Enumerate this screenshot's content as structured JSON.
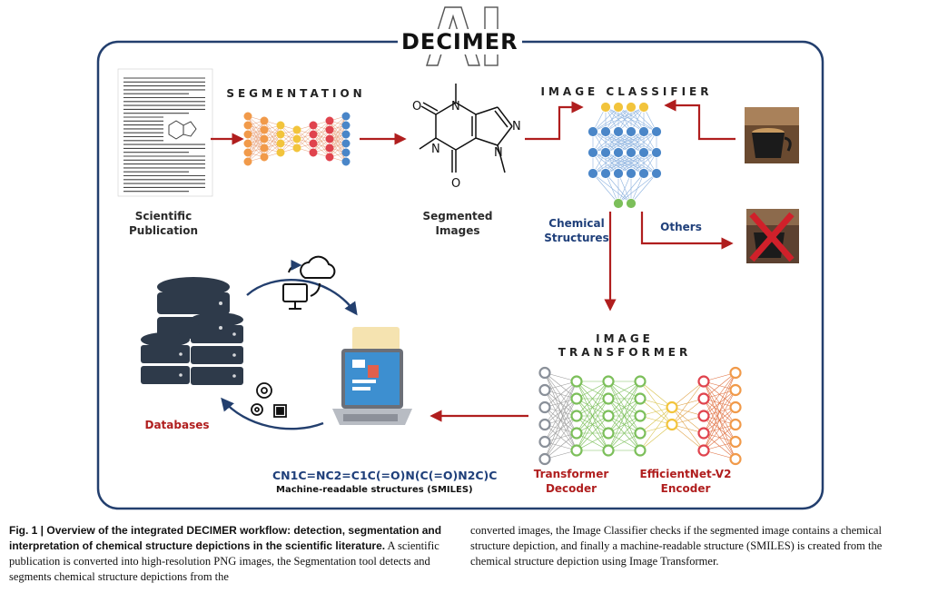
{
  "logo": {
    "text": "DECIMER",
    "overlay_letters": "AI"
  },
  "stages": {
    "segmentation": "SEGMENTATION",
    "image_classifier": "IMAGE CLASSIFIER",
    "image_transformer_line1": "IMAGE",
    "image_transformer_line2": "TRANSFORMER"
  },
  "labels": {
    "scientific_publication_line1": "Scientific",
    "scientific_publication_line2": "Publication",
    "segmented_images_line1": "Segmented",
    "segmented_images_line2": "Images",
    "chemical_structures_line1": "Chemical",
    "chemical_structures_line2": "Structures",
    "others": "Others",
    "databases": "Databases",
    "transformer_decoder_line1": "Transformer",
    "transformer_decoder_line2": "Decoder",
    "efficientnet_line1": "EfficientNet-V2",
    "efficientnet_line2": "Encoder"
  },
  "smiles": {
    "string": "CN1C=NC2=C1C(=O)N(C(=O)N2C)C",
    "subtitle": "Machine-readable structures (SMILES)"
  },
  "molecule_atoms": {
    "oxygen": "O",
    "nitrogen": "N"
  },
  "caption": {
    "bold": "Fig. 1 | Overview of the integrated DECIMER workflow: detection, segmentation and interpretation of chemical structure depictions in the scientific literature.",
    "text_left": "A scientific publication is converted into high-resolution PNG images, the Segmentation tool detects and segments chemical structure depictions from the",
    "text_right": "converted images, the Image Classifier checks if the segmented image contains a chemical structure depiction, and finally a machine-readable structure (SMILES) is created from the chemical structure depiction using Image Transformer."
  },
  "colors": {
    "frame": "#233f6e",
    "arrow": "#b01e1e",
    "node_blue": "#4a86c8",
    "node_green": "#7cbf5a",
    "node_orange": "#f19a4a",
    "node_yellow": "#f2c43c",
    "node_red": "#e0434d",
    "node_gray": "#8a9099",
    "database": "#2e3a4a"
  },
  "icons": [
    "document-icon",
    "coffee-cup-icon",
    "rejected-coffee-icon",
    "database-icon",
    "cloud-sync-icon",
    "gears-icon",
    "laptop-icon"
  ]
}
